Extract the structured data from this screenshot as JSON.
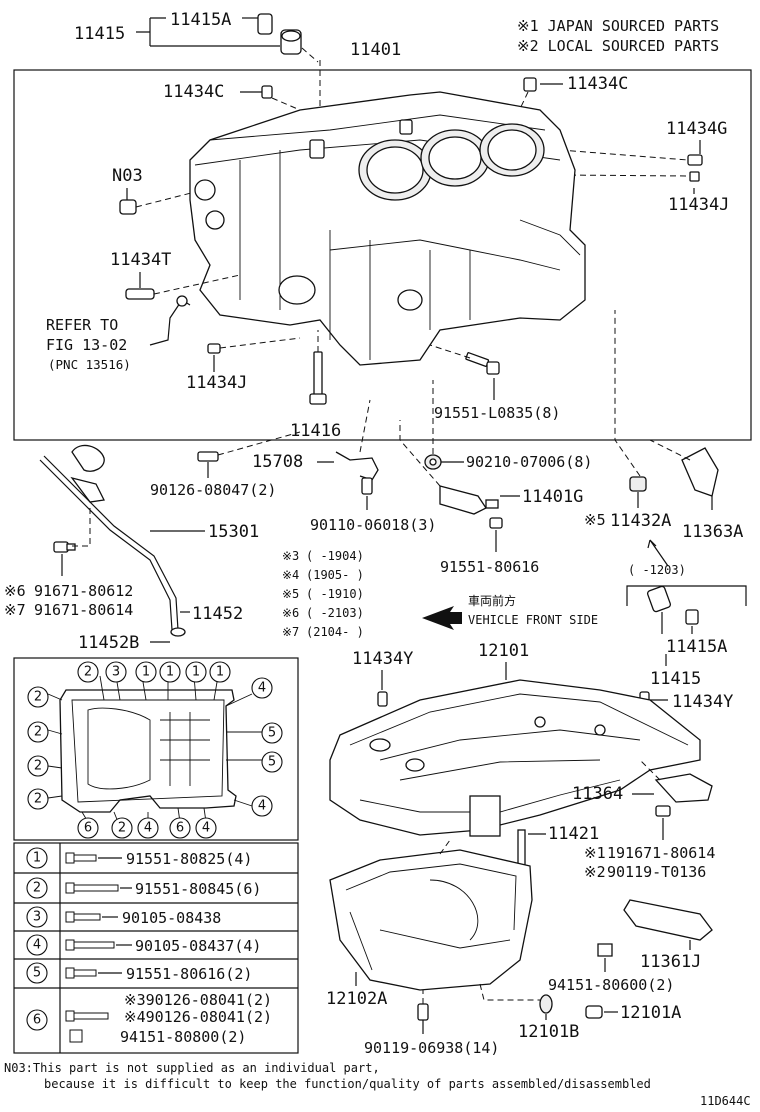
{
  "diagram": {
    "notes": [
      "※1 JAPAN SOURCED PARTS",
      "※2 LOCAL SOURCED PARTS"
    ],
    "parts": {
      "p11415_top": "11415",
      "p11415a_top": "11415A",
      "p11401": "11401",
      "p11434c_l": "11434C",
      "p11434c_r": "11434C",
      "p11434g": "11434G",
      "pn03": "N03",
      "p11434j_r": "11434J",
      "p11434t": "11434T",
      "refer1": "REFER TO",
      "refer2": "FIG 13-02",
      "refer3": "(PNC 13516)",
      "p11434j_l": "11434J",
      "p91551_l0835": "91551-L0835(8)",
      "p11416": "11416",
      "p15708": "15708",
      "p90210": "90210-07006(8)",
      "p90126_08047": "90126-08047(2)",
      "p11401g": "11401G",
      "p90110": "90110-06018(3)",
      "p11432a": "11432A",
      "p11363a": "11363A",
      "p15301": "15301",
      "p91551_80616": "91551-80616",
      "p91671_80612": "91671-80612",
      "p91671_80614": "91671-80614",
      "p11452": "11452",
      "p11452b": "11452B",
      "p11434y_l": "11434Y",
      "p12101": "12101",
      "p11415a_r": "11415A",
      "p11415_r": "11415",
      "p11434y_r": "11434Y",
      "p11364": "11364",
      "p11421": "11421",
      "p191671": "191671-80614",
      "p90119_t0136": "90119-T0136",
      "p11361j": "11361J",
      "p94151_80600": "94151-80600(2)",
      "p12102a": "12102A",
      "p12101b": "12101B",
      "p12101a": "12101A",
      "p90119_06938": "90119-06938(14)"
    },
    "marks": {
      "m5": "※5",
      "m6": "※6",
      "m7": "※7",
      "m1": "※1",
      "m2": "※2"
    },
    "date_ranges": [
      {
        "mark": "※3",
        "text": "(      -1904)"
      },
      {
        "mark": "※4",
        "text": "(1905-      )"
      },
      {
        "mark": "※5",
        "text": "(      -1910)"
      },
      {
        "mark": "※6",
        "text": "(      -2103)"
      },
      {
        "mark": "※7",
        "text": "(2104-      )"
      }
    ],
    "bracket_range": "(      -1203)",
    "front_jp": "車両前方",
    "front_en": "VEHICLE FRONT SIDE",
    "footnote_1": "N03:This part is not supplied as an individual part,",
    "footnote_2": "because it is difficult to keep the function/quality of parts assembled/disassembled",
    "figure_id": "11D644C",
    "legend": [
      {
        "num": "1",
        "parts": [
          "91551-80825(4)"
        ]
      },
      {
        "num": "2",
        "parts": [
          "91551-80845(6)"
        ]
      },
      {
        "num": "3",
        "parts": [
          "90105-08438"
        ]
      },
      {
        "num": "4",
        "parts": [
          "90105-08437(4)"
        ]
      },
      {
        "num": "5",
        "parts": [
          "91551-80616(2)"
        ]
      },
      {
        "num": "6",
        "parts": [
          "※390126-08041(2)",
          "※490126-08041(2)",
          "94151-80800(2)"
        ]
      }
    ],
    "bolt_map": {
      "top": [
        "2",
        "3",
        "1",
        "1",
        "1",
        "1"
      ],
      "left": [
        "2",
        "2",
        "2",
        "2"
      ],
      "right": [
        "4",
        "5",
        "5",
        "4"
      ],
      "bottom": [
        "6",
        "2",
        "4",
        "6",
        "4"
      ]
    }
  }
}
